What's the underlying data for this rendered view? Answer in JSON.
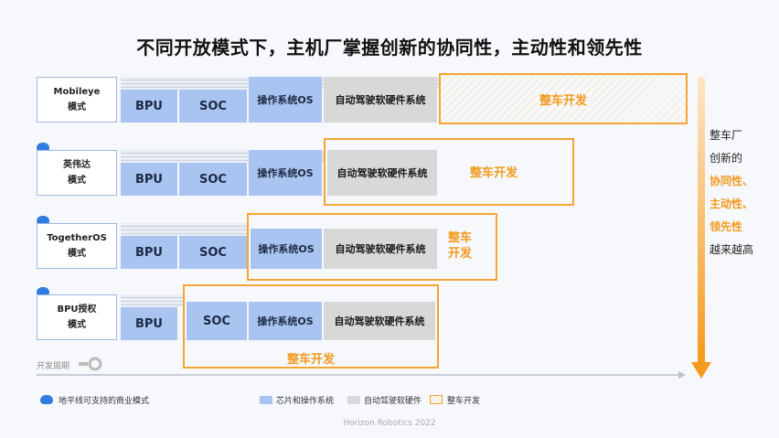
{
  "title": "不同开放模式下，主机厂掌握创新的协同性，主动性和领先性",
  "rows": [
    {
      "name_line1": "Mobileye",
      "name_line2": "模式",
      "bpu": "BPU",
      "soc": "SOC",
      "os": "操作系统OS",
      "ad": "自动驾驶软硬件系统",
      "dev": "整车开发"
    },
    {
      "name_line1": "英伟达",
      "name_line2": "模式",
      "bpu": "BPU",
      "soc": "SOC",
      "os": "操作系统OS",
      "ad": "自动驾驶软硬件系统",
      "dev": "整车开发"
    },
    {
      "name_line1": "TogetherOS",
      "name_line2": "模式",
      "bpu": "BPU",
      "soc": "SOC",
      "os": "操作系统OS",
      "ad": "自动驾驶软硬件系统",
      "dev_line1": "整车",
      "dev_line2": "开发"
    },
    {
      "name_line1": "BPU授权",
      "name_line2": "模式",
      "bpu": "BPU",
      "soc": "SOC",
      "os": "操作系统OS",
      "ad": "自动驾驶软硬件系统",
      "dev": "整车开发"
    }
  ],
  "timeline_label": "开发周期",
  "side": {
    "l1": "整车厂",
    "l2": "创新的",
    "l3": "协同性、",
    "l4": "主动性、",
    "l5": "领先性",
    "l6": "越来越高"
  },
  "legend": {
    "cloud": "地平线可支持的商业模式",
    "chip_os": "芯片和操作系统",
    "ad_system": "自动驾驶软硬件",
    "vehicle_dev": "整车开发"
  },
  "footer": "Horizon Robotics 2022",
  "colors": {
    "accent_orange": "#f5a532",
    "chip_blue": "#a9c4f0",
    "ad_gray": "#d8d8d8",
    "cloud_blue": "#2f7de1"
  }
}
